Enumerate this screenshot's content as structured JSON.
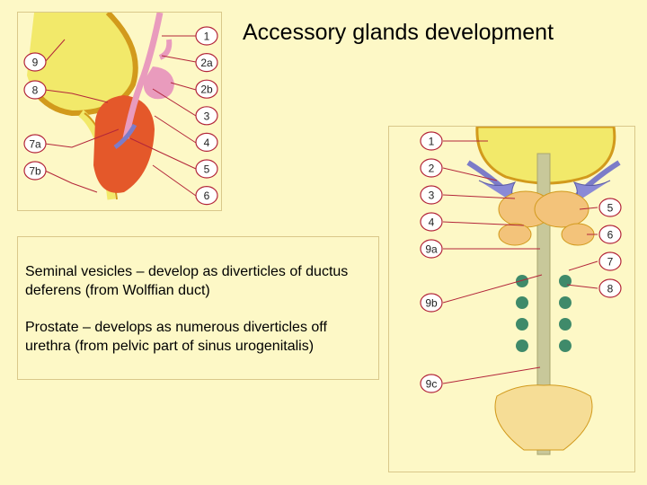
{
  "slide": {
    "title": "Accessory glands development",
    "paragraphs": [
      "Seminal vesicles – develop as diverticles of ductus deferens (from Wolffian duct)",
      "Prostate – develops as numerous diverticles off urethra (from pelvic part of sinus urogenitalis)"
    ]
  },
  "figure_left": {
    "labels_right": [
      "1",
      "2a",
      "2b",
      "3",
      "4",
      "5",
      "6"
    ],
    "labels_left": [
      "9",
      "8",
      "7a",
      "7b"
    ]
  },
  "figure_right": {
    "labels_left": [
      "1",
      "2",
      "3",
      "4",
      "9a",
      "9b",
      "9c"
    ],
    "labels_right": [
      "5",
      "6",
      "7",
      "8"
    ]
  },
  "colors": {
    "background": "#fdf8c6",
    "bladder": "#f2e96a",
    "outline": "#d29a1c",
    "leader": "#b3263a",
    "prostate": "#e4582a",
    "seminal": "#e99bbd",
    "vas": "#7c7cc8",
    "gland": "#3f8a6a",
    "penis": "#f6dd96",
    "urethra": "#c8c89a"
  }
}
